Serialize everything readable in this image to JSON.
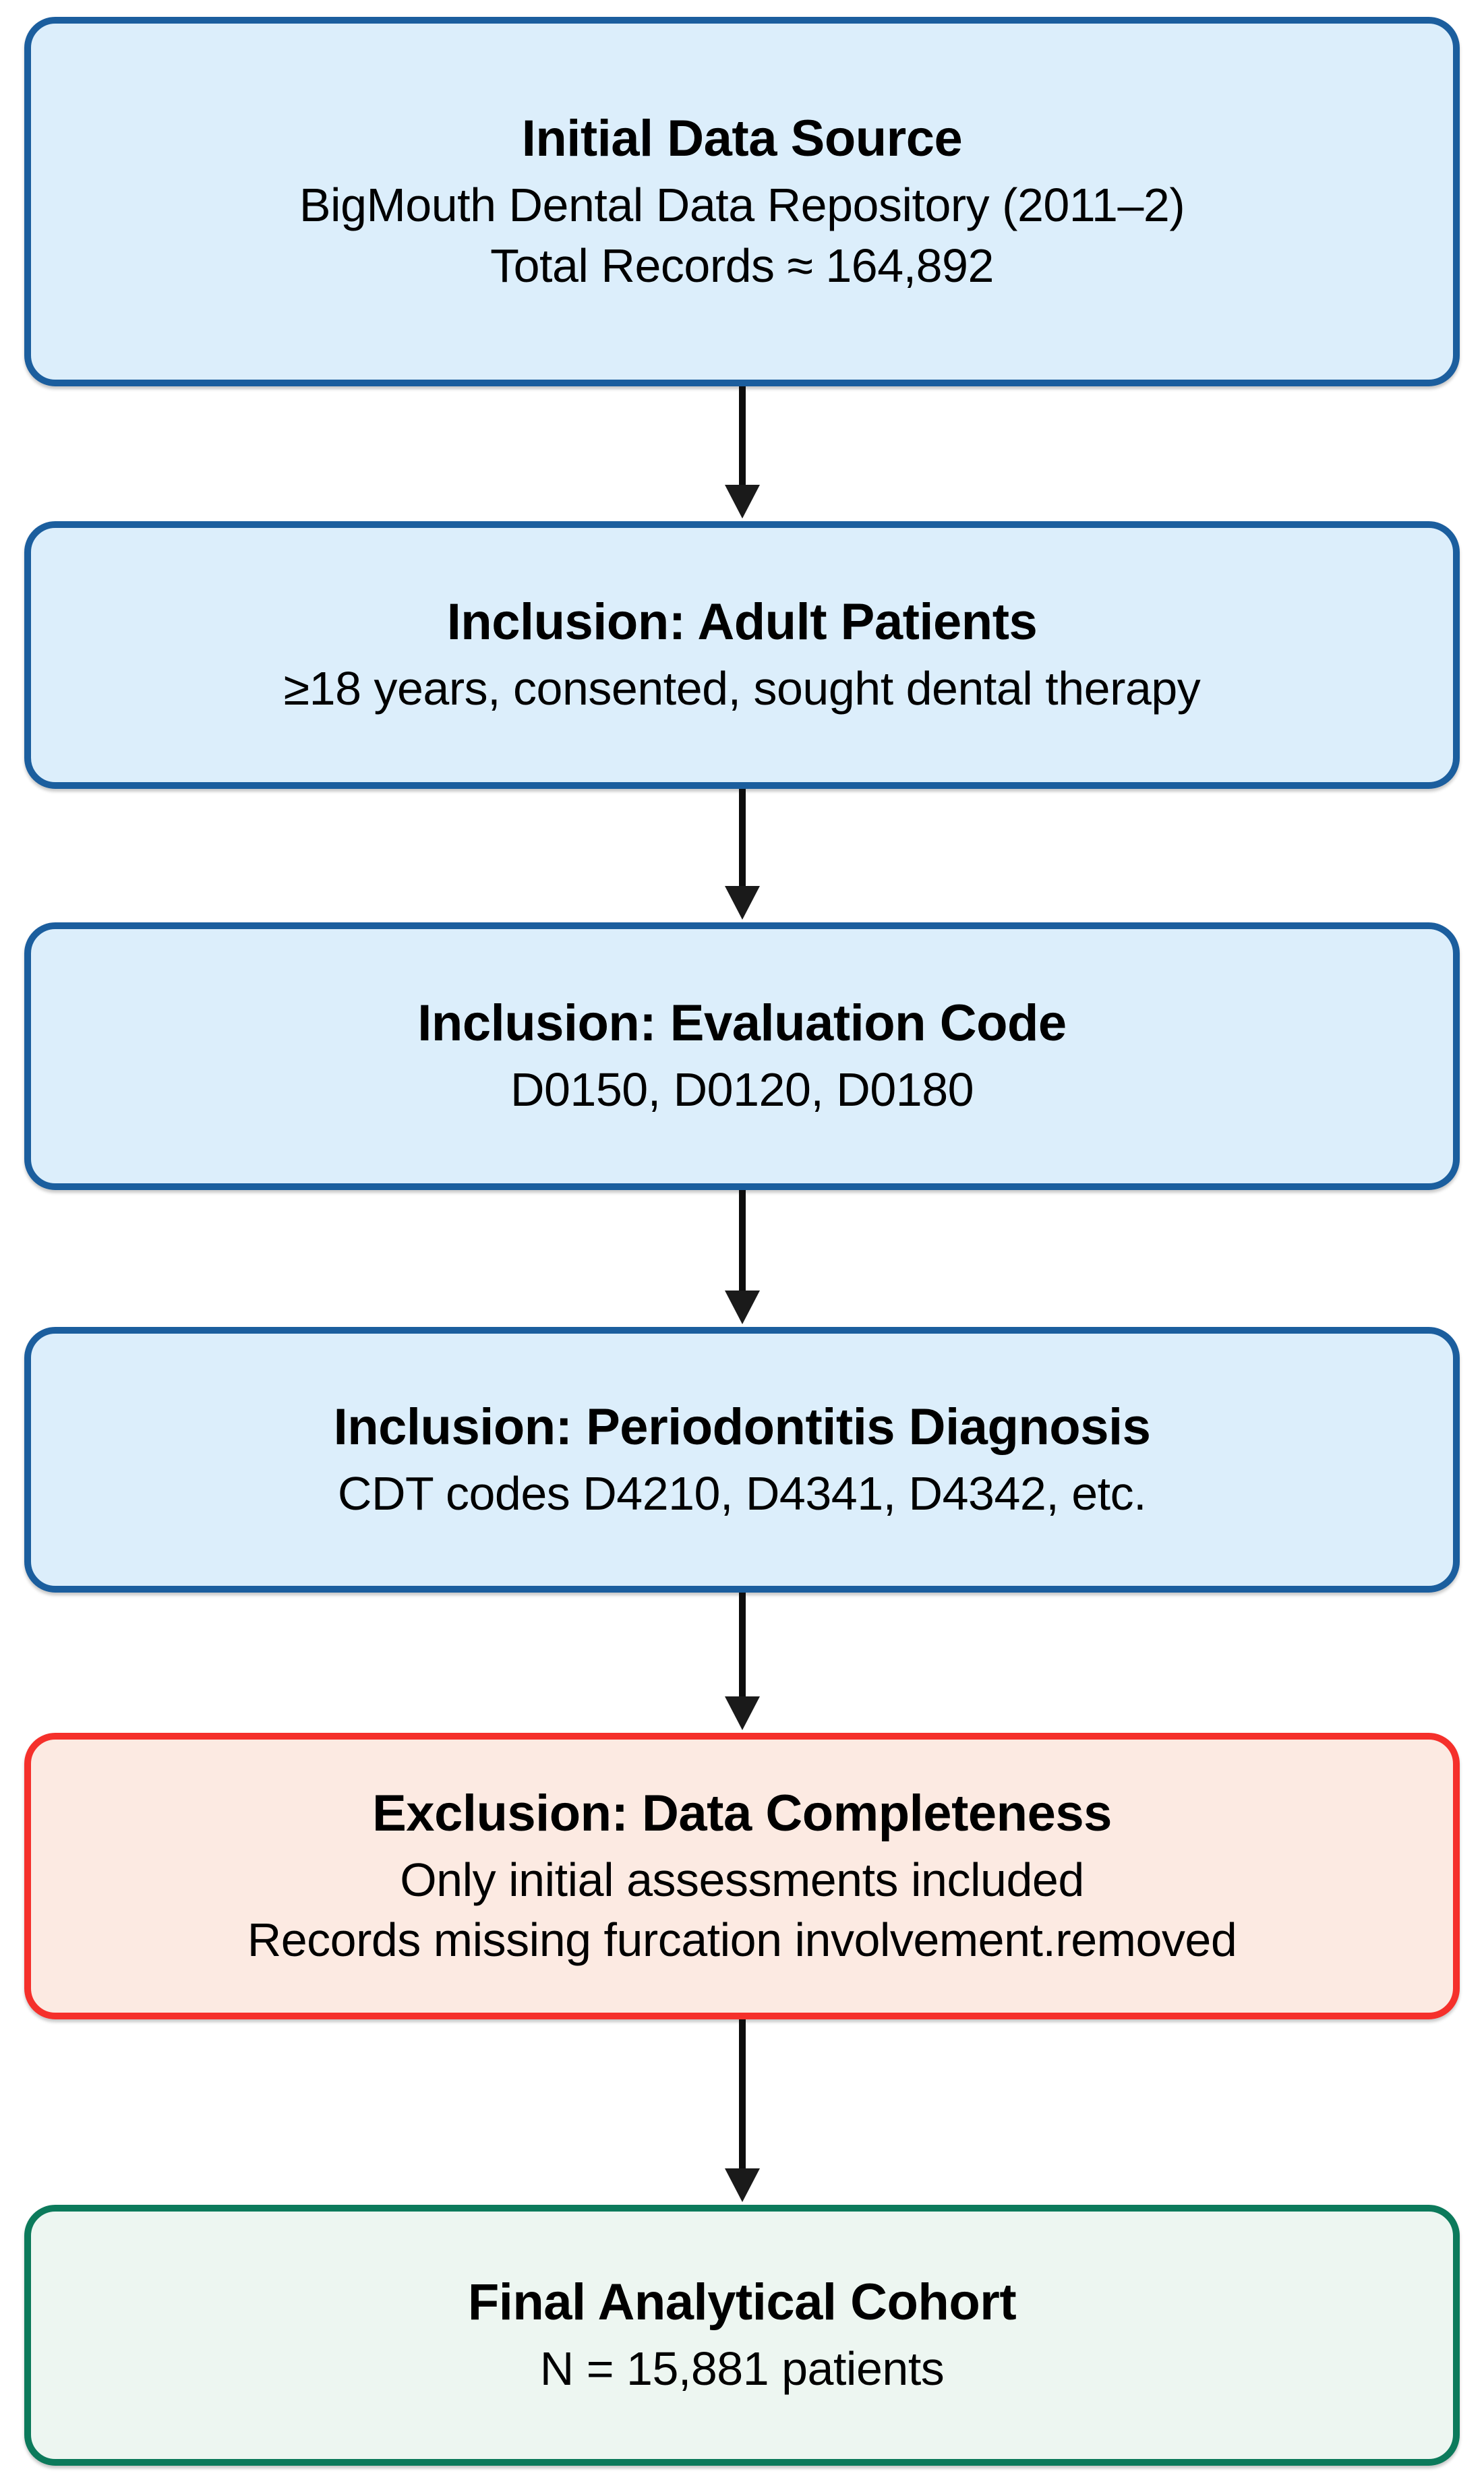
{
  "diagram": {
    "type": "flowchart",
    "orientation": "vertical",
    "colors": {
      "inclusion_border": "#1B5E9E",
      "inclusion_fill": "#DCEEFB",
      "exclusion_border": "#F5302B",
      "exclusion_fill": "#FCEAE2",
      "final_border": "#0C7A5B",
      "final_fill": "#EDF6F1",
      "arrow": "#000000"
    },
    "nodes": [
      {
        "id": "initial-data-source",
        "kind": "source",
        "title": "Initial Data Source",
        "lines": [
          "BigMouth Dental Data Repository (2011–2)",
          "Total Records ≈ 164,892"
        ]
      },
      {
        "id": "inclusion-adult-patients",
        "kind": "inclusion",
        "title": "Inclusion: Adult Patients",
        "lines": [
          "≥18 years, consented, sought dental therapy"
        ]
      },
      {
        "id": "inclusion-evaluation-code",
        "kind": "inclusion",
        "title": "Inclusion: Evaluation Code",
        "lines": [
          "D0150, D0120, D0180"
        ]
      },
      {
        "id": "inclusion-periodontitis-diagnosis",
        "kind": "inclusion",
        "title": "Inclusion: Periodontitis Diagnosis",
        "lines": [
          "CDT codes D4210, D4341, D4342, etc."
        ]
      },
      {
        "id": "exclusion-data-completeness",
        "kind": "exclusion",
        "title": "Exclusion: Data Completeness",
        "lines": [
          "Only initial assessments included",
          "Records missing furcation involvement.removed"
        ]
      },
      {
        "id": "final-analytical-cohort",
        "kind": "final",
        "title": "Final Analytical Cohort",
        "lines": [
          "N = 15,881 patients"
        ]
      }
    ],
    "connectors": [
      {
        "id": "arrow-1",
        "from": "initial-data-source",
        "to": "inclusion-adult-patients"
      },
      {
        "id": "arrow-2",
        "from": "inclusion-adult-patients",
        "to": "inclusion-evaluation-code"
      },
      {
        "id": "arrow-3",
        "from": "inclusion-evaluation-code",
        "to": "inclusion-periodontitis-diagnosis"
      },
      {
        "id": "arrow-4",
        "from": "inclusion-periodontitis-diagnosis",
        "to": "exclusion-data-completeness"
      },
      {
        "id": "arrow-5",
        "from": "exclusion-data-completeness",
        "to": "final-analytical-cohort"
      }
    ]
  }
}
